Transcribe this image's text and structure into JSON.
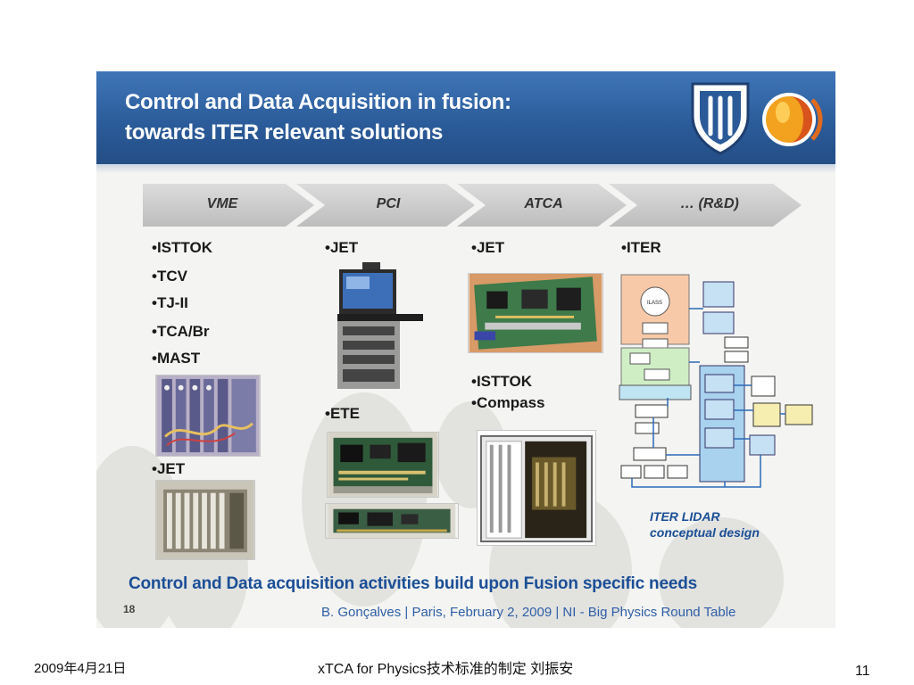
{
  "slide": {
    "title_line1": "Control and Data Acquisition in fusion:",
    "title_line2": "towards ITER relevant solutions",
    "steps": [
      "VME",
      "PCI",
      "ATCA",
      "… (R&D)"
    ],
    "vme_items": [
      "•ISTTOK",
      "•TCV",
      "•TJ-II",
      "•TCA/Br",
      "•MAST"
    ],
    "vme_jet": "•JET",
    "pci_jet": "•JET",
    "pci_ete": "•ETE",
    "atca_jet": "•JET",
    "atca_items": [
      "•ISTTOK",
      "•Compass"
    ],
    "rnd_iter": "•ITER",
    "caption_line1": "ITER LIDAR",
    "caption_line2": "conceptual design",
    "footer_text": "Control and Data acquisition activities build upon Fusion specific needs",
    "page_number": "18",
    "credit": "B. Gonçalves | Paris, February 2, 2009 | NI - Big Physics Round Table",
    "diagram_box_label": "ILASS"
  },
  "footer": {
    "date": "2009年4月21日",
    "center": "xTCA for Physics技术标准的制定 刘振安",
    "page": "11"
  },
  "colors": {
    "header_blue": "#2a5a98",
    "caption_blue": "#1b4f96",
    "step_gray": "#c9c9c9"
  }
}
